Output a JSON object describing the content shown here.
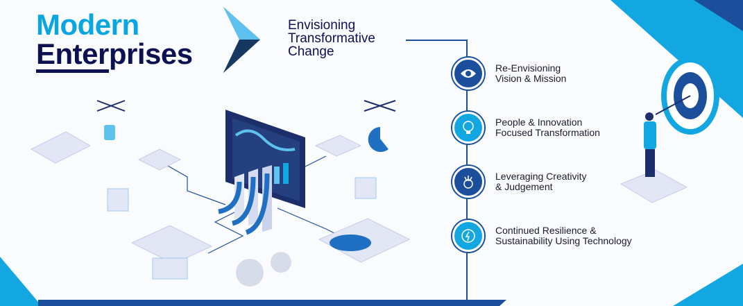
{
  "header": {
    "title_line1": "Modern",
    "title_line2": "Enterprises",
    "subtitle_lines": [
      "Envisioning",
      "Transformative",
      "Change"
    ]
  },
  "steps": [
    {
      "icon": "eye-icon",
      "line1": "Re-Envisioning",
      "line2": "Vision & Mission",
      "color": "#1b4f9b"
    },
    {
      "icon": "lightbulb-gear-icon",
      "line1": "People & Innovation",
      "line2": "Focused Transformation",
      "color": "#13a7e2"
    },
    {
      "icon": "creativity-gear-icon",
      "line1": "Leveraging Creativity",
      "line2": "& Judgement",
      "color": "#1b4f9b"
    },
    {
      "icon": "eco-plug-icon",
      "line1": "Continued Resilience &",
      "line2": "Sustainability Using Technology",
      "color": "#13a7e2"
    }
  ],
  "colors": {
    "accent": "#0aa6e0",
    "navy": "#0c1152",
    "blue": "#1b4f9b"
  }
}
